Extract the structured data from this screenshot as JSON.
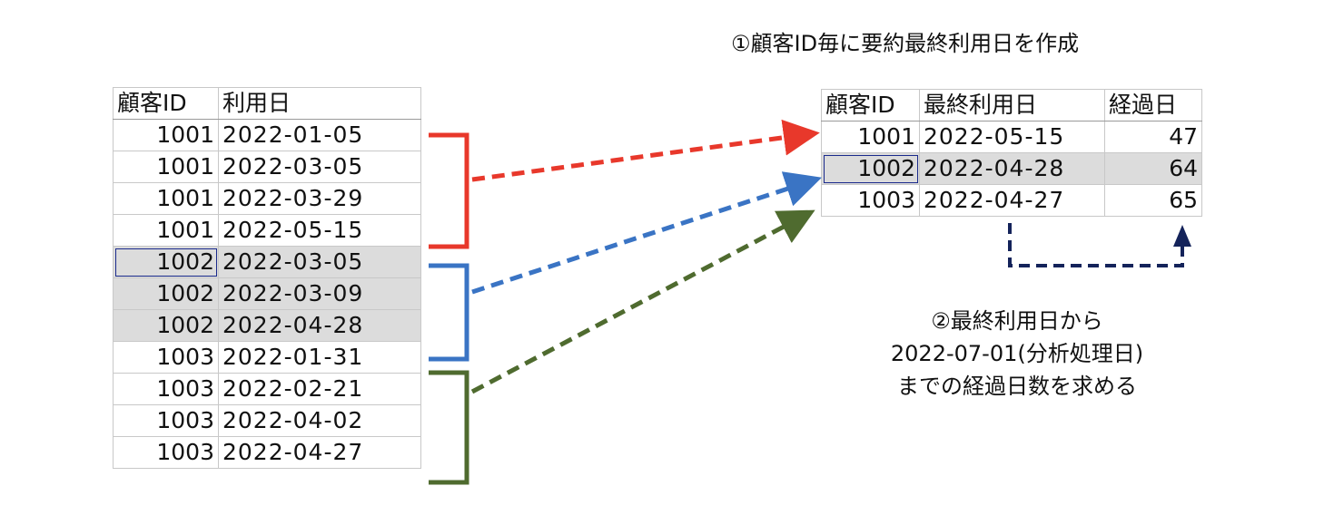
{
  "caption_top": "①顧客ID毎に要約最終利用日を作成",
  "caption_bottom": [
    "②最終利用日から",
    "2022-07-01(分析処理日)",
    "までの経過日数を求める"
  ],
  "left_table": {
    "headers": [
      "顧客ID",
      "利用日"
    ],
    "rows": [
      {
        "id": "1001",
        "date": "2022-01-05"
      },
      {
        "id": "1001",
        "date": "2022-03-05"
      },
      {
        "id": "1001",
        "date": "2022-03-29"
      },
      {
        "id": "1001",
        "date": "2022-05-15"
      },
      {
        "id": "1002",
        "date": "2022-03-05"
      },
      {
        "id": "1002",
        "date": "2022-03-09"
      },
      {
        "id": "1002",
        "date": "2022-04-28"
      },
      {
        "id": "1003",
        "date": "2022-01-31"
      },
      {
        "id": "1003",
        "date": "2022-02-21"
      },
      {
        "id": "1003",
        "date": "2022-04-02"
      },
      {
        "id": "1003",
        "date": "2022-04-27"
      }
    ]
  },
  "right_table": {
    "headers": [
      "顧客ID",
      "最終利用日",
      "経過日"
    ],
    "rows": [
      {
        "id": "1001",
        "date": "2022-05-15",
        "days": "47"
      },
      {
        "id": "1002",
        "date": "2022-04-28",
        "days": "64"
      },
      {
        "id": "1003",
        "date": "2022-04-27",
        "days": "65"
      }
    ]
  },
  "colors": {
    "group_1001": "#e8382b",
    "group_1002": "#3a74c4",
    "group_1003": "#4f6b2f",
    "loop_arrow": "#14235a",
    "selection": "#1a2a8c",
    "shade": "#dcdcdc"
  }
}
